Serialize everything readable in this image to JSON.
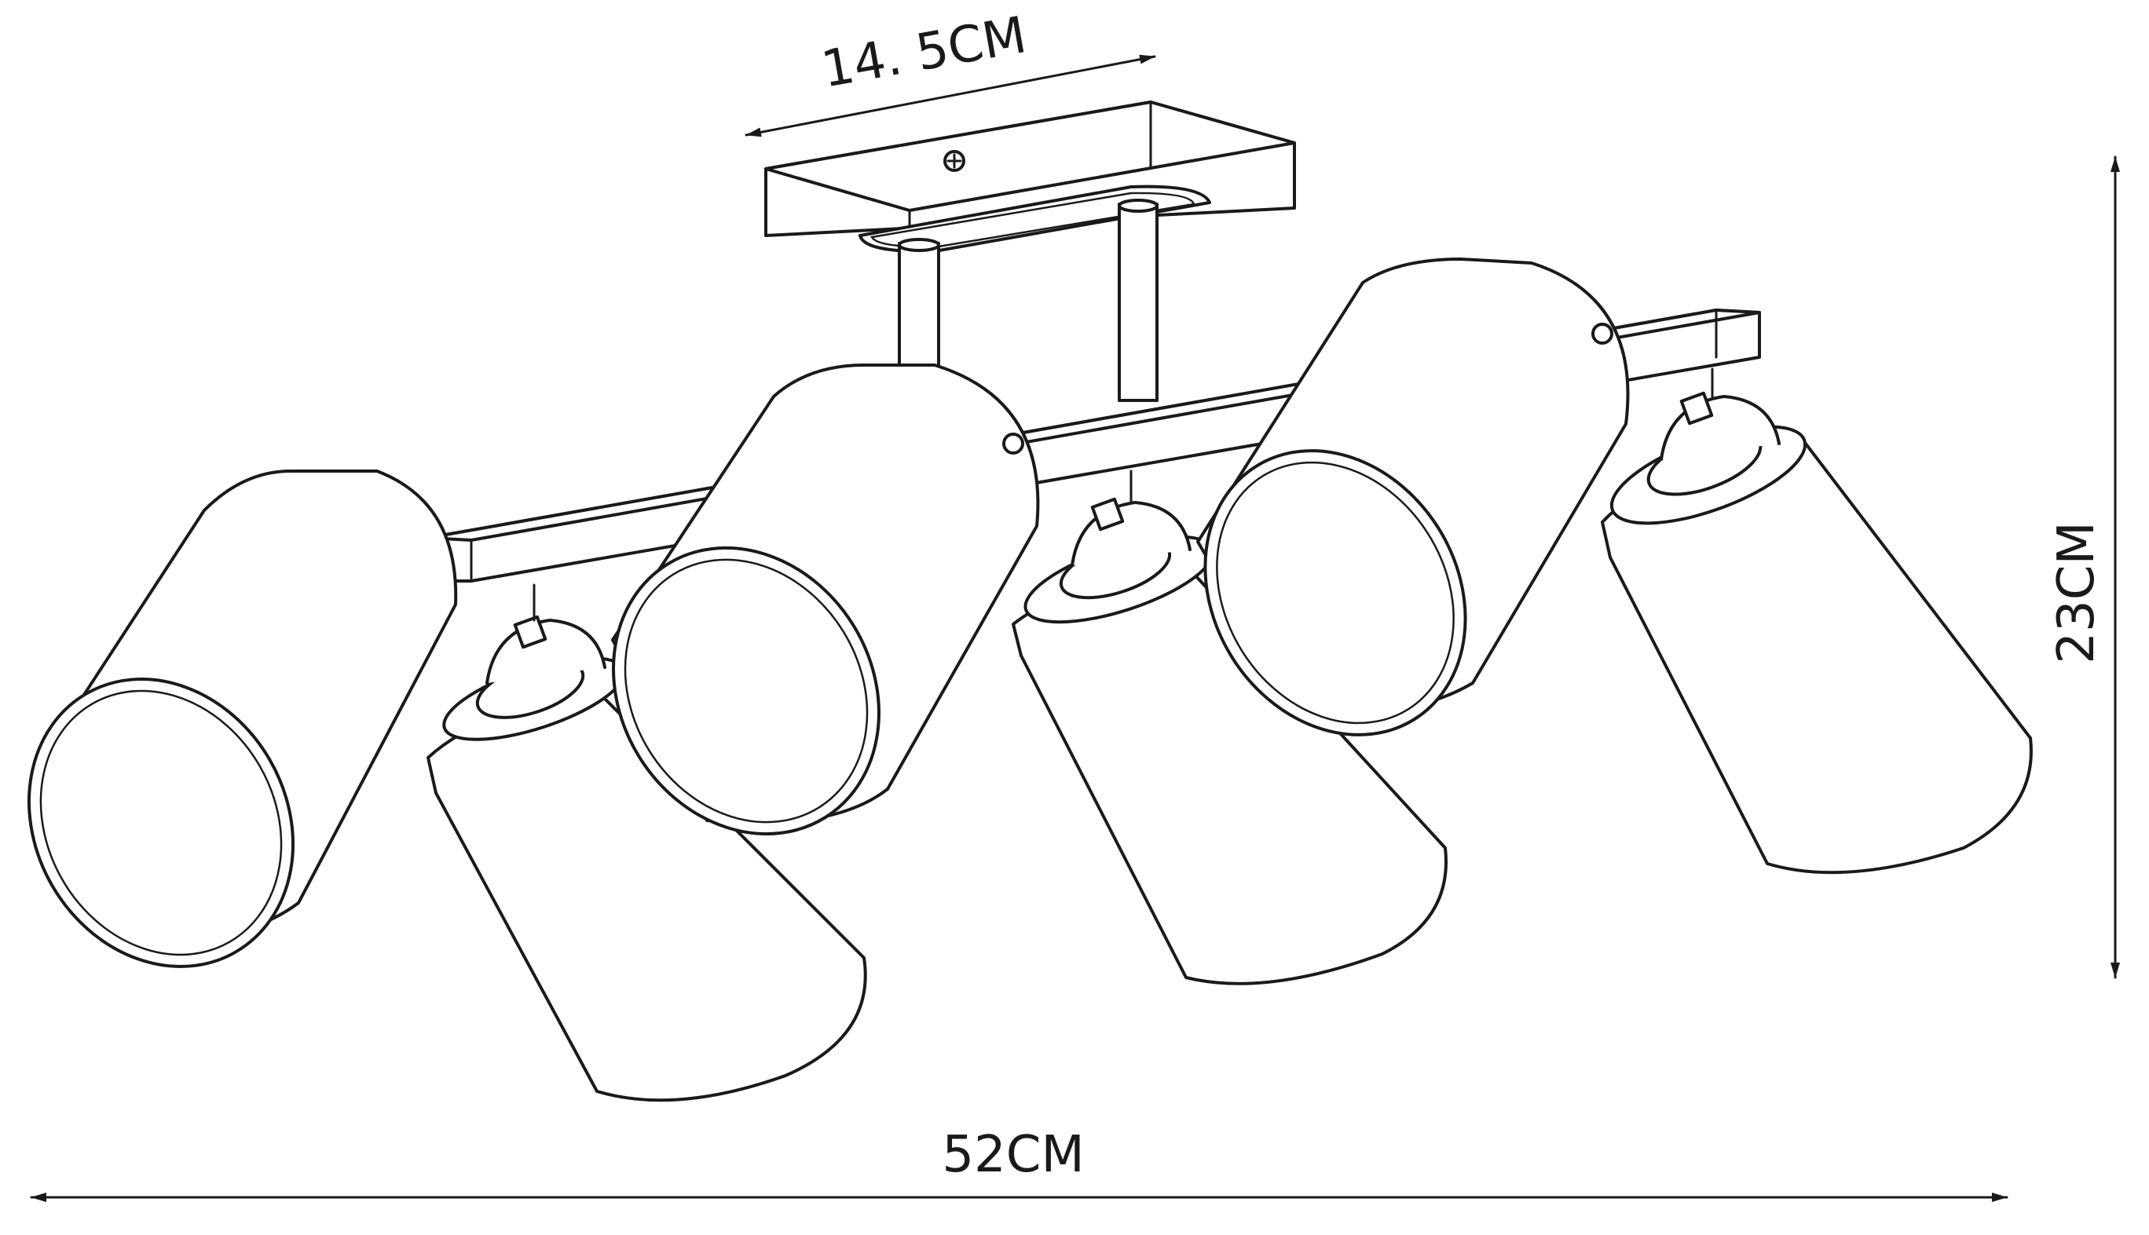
{
  "drawing": {
    "subject": "6-spot ceiling light dimension drawing",
    "line_color": "#1a1a1a",
    "background_color": "#ffffff"
  },
  "dimensions": {
    "base_width": {
      "label": "14. 5CM"
    },
    "overall_height": {
      "label": "23CM"
    },
    "overall_length": {
      "label": "52CM"
    }
  }
}
